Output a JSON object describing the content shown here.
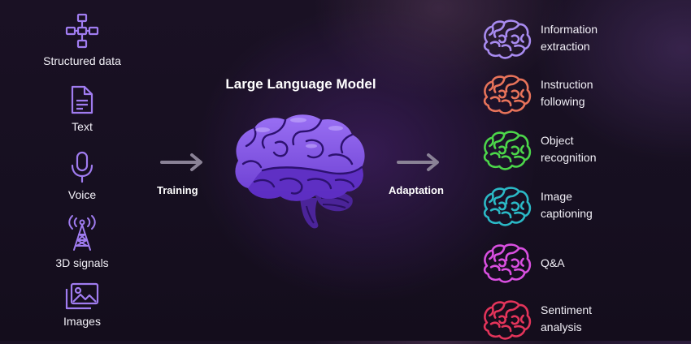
{
  "title": "Large Language Model",
  "inputs": [
    {
      "label": "Structured data",
      "icon": "flowchart-icon"
    },
    {
      "label": "Text",
      "icon": "document-icon"
    },
    {
      "label": "Voice",
      "icon": "microphone-icon"
    },
    {
      "label": "3D signals",
      "icon": "antenna-tower-icon"
    },
    {
      "label": "Images",
      "icon": "image-gallery-icon"
    }
  ],
  "arrows": {
    "training": "Training",
    "adaptation": "Adaptation"
  },
  "outputs": [
    {
      "line1": "Information",
      "line2": "extraction",
      "color": "#a88bf0"
    },
    {
      "line1": "Instruction",
      "line2": "following",
      "color": "#e8735a"
    },
    {
      "line1": "Object",
      "line2": "recognition",
      "color": "#4cd64a"
    },
    {
      "line1": "Image",
      "line2": "captioning",
      "color": "#2bb9c6"
    },
    {
      "line1": "Q&A",
      "line2": "",
      "color": "#d94fe0"
    },
    {
      "line1": "Sentiment",
      "line2": "analysis",
      "color": "#e3345a"
    }
  ],
  "colors": {
    "icon": "#a07cf0",
    "brain_light": "#8c5cf0",
    "brain_dark": "#4b2499",
    "arrow": "#8a8296"
  }
}
